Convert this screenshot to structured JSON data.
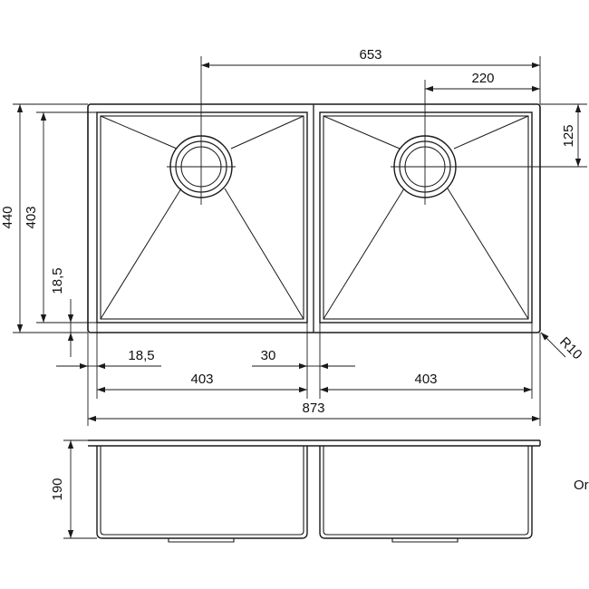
{
  "dimensions": {
    "overall_width": "873",
    "overall_depth": "440",
    "bowl_depth": "403",
    "left_bowl_width": "403",
    "right_bowl_width": "403",
    "drain_span": "653",
    "drain_offset_right": "220",
    "drain_offset_top": "125",
    "edge_margin_bottom": "18,5",
    "edge_margin_left": "18,5",
    "divider_width": "30",
    "corner_radius": "R10",
    "bowl_height": "190"
  },
  "side_label": "Or",
  "colors": {
    "line": "#1a1a1a",
    "background": "#ffffff"
  }
}
